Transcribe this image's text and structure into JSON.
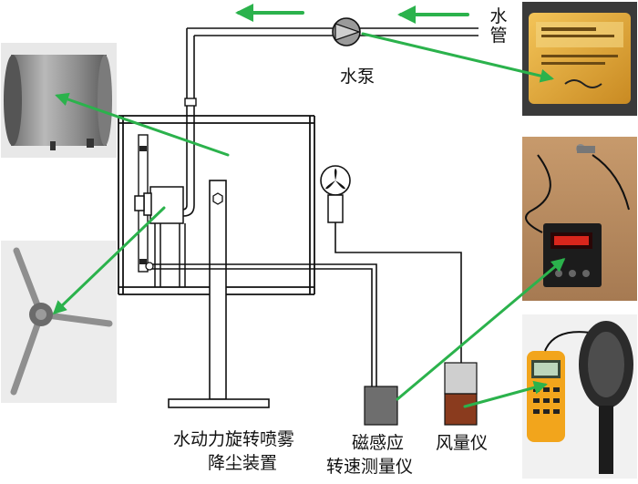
{
  "labels": {
    "water_pipe": "水管",
    "water_pump": "水泵",
    "device_line1": "水动力旋转喷雾",
    "device_line2": "降尘装置",
    "tachometer_line1": "磁感应",
    "tachometer_line2": "转速测量仪",
    "anemometer": "风量仪"
  },
  "colors": {
    "arrow_green": "#2bb24c",
    "line": "#111111",
    "photo_metal": "#9a9a9a",
    "photo_pump_body": "#e0a53a",
    "sensor_box": "#6e6e6e",
    "anemometer_fill": "#8a3b1e",
    "anemometer_top": "#cfcfcf"
  },
  "icons": [
    "fan-icon",
    "pump-icon",
    "hex-nut-icon"
  ]
}
